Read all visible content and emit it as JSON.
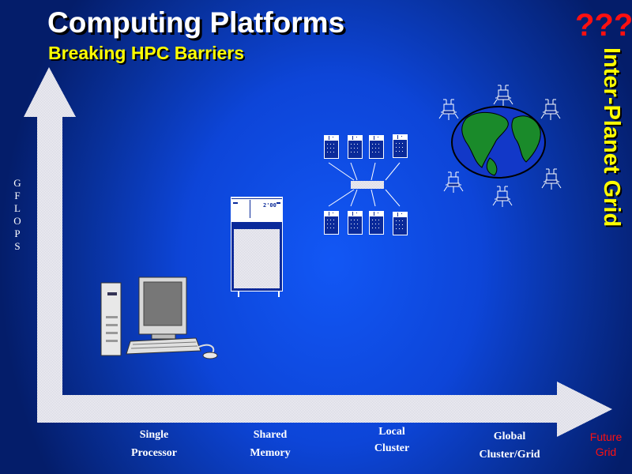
{
  "slide": {
    "title": "Computing Platforms",
    "subtitle": "Breaking HPC Barriers",
    "question_marks": "???",
    "side_label": "Inter-Planet Grid",
    "y_axis_label": [
      "G",
      "F",
      "L",
      "O",
      "P",
      "S"
    ],
    "server_badge": "2'00",
    "x_axis_stages": [
      {
        "line1": "Single",
        "line2": "Processor"
      },
      {
        "line1": "Shared",
        "line2": "Memory"
      },
      {
        "line1": "Local",
        "line2": "Cluster"
      },
      {
        "line1": "Global",
        "line2": "Cluster/Grid"
      }
    ],
    "future": {
      "line1": "Future",
      "line2": "Grid"
    }
  },
  "colors": {
    "title": "#ffffff",
    "subtitle": "#ffff00",
    "future": "#ff1010",
    "ocean": "#1238c8",
    "land": "#1a8a2a"
  }
}
